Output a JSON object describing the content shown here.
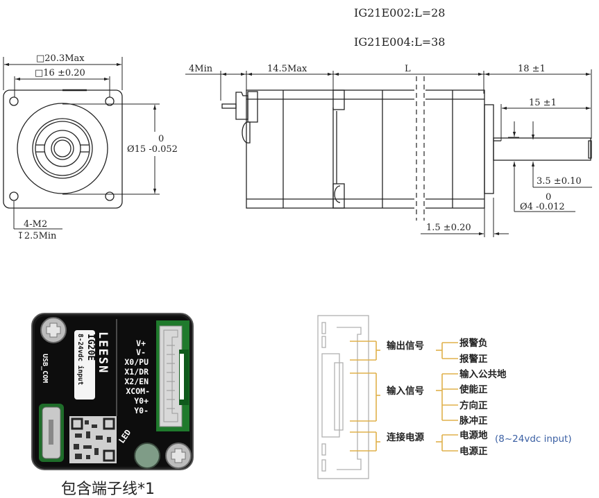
{
  "models": [
    {
      "label": "IG21E002:L=28"
    },
    {
      "label": "IG21E004:L=38"
    }
  ],
  "front_view": {
    "outer_dim": "□20.3Max",
    "inner_dim": "□16 ±0.20",
    "diameter_upper": "0",
    "diameter_lower": "Ø15 -0.052",
    "hole_spec_1": "4-M2",
    "hole_spec_2": "↧2.5Min"
  },
  "side_view": {
    "connector_dim": "4Min",
    "driver_dim": "14.5Max",
    "body_dim": "L",
    "shaft_total_dim": "18 ±1",
    "shaft_flat_dim": "15 ±1",
    "flat_depth_dim": "3.5 ±0.10",
    "shaft_dia_upper": "0",
    "shaft_dia_lower": "Ø4 -0.012",
    "boss_dim": "1.5 ±0.20"
  },
  "pcb": {
    "brand": "LEESN",
    "model": "IG20E",
    "voltage": "8-24vdc input",
    "usb_label": "USB_COM",
    "led_label": "LED",
    "pins": [
      "V+",
      "V-",
      "X0/PU",
      "X1/DR",
      "X2/EN",
      "XCOM-",
      "Y0+",
      "Y0-"
    ],
    "caption": "包含端子线*1"
  },
  "wiring": {
    "groups": [
      {
        "label": "输出信号",
        "pins": [
          "报警负",
          "报警正"
        ]
      },
      {
        "label": "输入信号",
        "pins": [
          "输入公共地",
          "使能正",
          "方向正",
          "脉冲正"
        ]
      },
      {
        "label": "连接电源",
        "pins": [
          "电源地",
          "电源正"
        ]
      }
    ],
    "power_note": "(8~24vdc input)",
    "wire_color": "#e0b14a",
    "note_color": "#3a5fa3"
  }
}
